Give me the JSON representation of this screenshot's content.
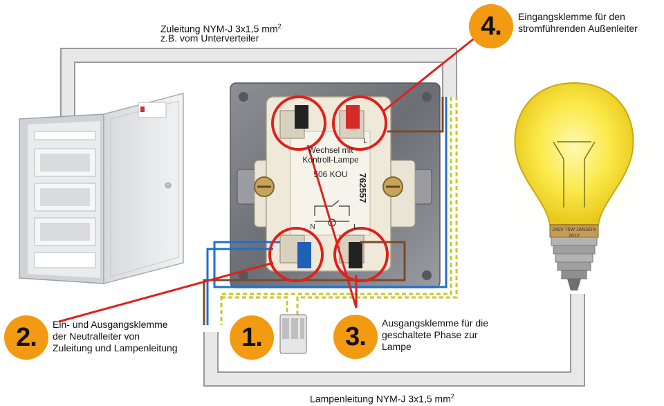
{
  "labels": {
    "supply_line": "Zuleitung NYM-J 3x1,5 mm",
    "supply_line_sup": "2",
    "supply_line_2": "z.B. vom Unterverteiler",
    "lamp_line": "Lampenleitung NYM-J 3x1,5 mm",
    "lamp_line_sup": "2",
    "item1_number": "1.",
    "item2_number": "2.",
    "item2_text_1": "Ein- und Ausgangsklemme",
    "item2_text_2": "der Neutralleiter von",
    "item2_text_3": "Zuleitung und Lampenleitung",
    "item3_number": "3.",
    "item3_text_1": "Ausgangsklemme für die",
    "item3_text_2": "geschaltete Phase zur",
    "item3_text_3": "Lampe",
    "item4_number": "4.",
    "item4_text_1": "Eingangsklemme für den",
    "item4_text_2": "stromführenden Außenleiter"
  },
  "switch": {
    "name_1": "Wechsel mit",
    "name_2": "Kontroll-Lampe",
    "model": "506 KOU",
    "serial": "762557",
    "terminal_L": "L",
    "terminal_N": "N",
    "terminal_L_right": "L"
  },
  "bulb": {
    "marking": "240V 75W JANSON 2012"
  },
  "colors": {
    "badge": "#f29a12",
    "highlight_ring": "#e0201b",
    "wire_brown": "#7a4a2a",
    "wire_blue": "#1e6fd0",
    "wire_green_yellow": "#c8c81e",
    "cable_sheath": "#e8e8e8"
  }
}
